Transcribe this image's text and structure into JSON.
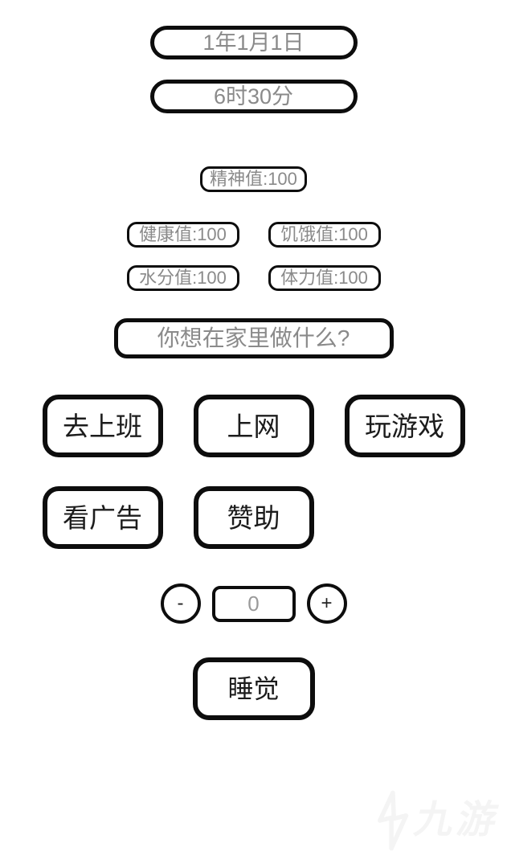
{
  "header": {
    "date": "1年1月1日",
    "time": "6时30分"
  },
  "stats": {
    "spirit": "精神值:100",
    "health": "健康值:100",
    "hunger": "饥饿值:100",
    "water": "水分值:100",
    "stamina": "体力值:100"
  },
  "prompt": {
    "question": "你想在家里做什么?"
  },
  "actions": {
    "go_to_work": "去上班",
    "surf_internet": "上网",
    "play_games": "玩游戏",
    "watch_ad": "看广告",
    "sponsor": "赞助",
    "sleep": "睡觉"
  },
  "stepper": {
    "decrease_label": "-",
    "value": "0",
    "increase_label": "+"
  },
  "watermark": {
    "text": "九游"
  },
  "colors": {
    "background": "#ffffff",
    "border": "#0d0d0d",
    "muted_text": "#8a8a8a",
    "action_text": "#1c1c1c"
  }
}
